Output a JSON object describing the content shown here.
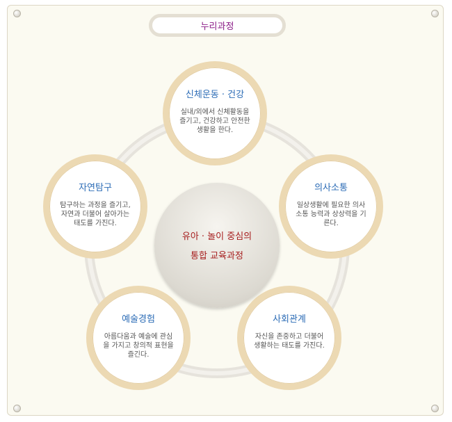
{
  "title": "누리과정",
  "center": {
    "line1": "유아 · 놀이 중심의",
    "line2": "통합 교육과정"
  },
  "areas": [
    {
      "title": "신체운동 · 건강",
      "desc": "실내/외에서 신체활동을 즐기고, 건강하고 안전한 생활을 한다."
    },
    {
      "title": "의사소통",
      "desc": "일상생활에 필요한 의사소통 능력과 상상력을 기른다."
    },
    {
      "title": "사회관계",
      "desc": "자신을 존중하고 더불어 생활하는 태도를 가진다."
    },
    {
      "title": "예술경험",
      "desc": "아름다움과 예술에 관심을 가지고 창의적 표현을 즐긴다."
    },
    {
      "title": "자연탐구",
      "desc": "탐구하는 과정을 즐기고, 자연과 더불어 살아가는 태도를 가진다."
    }
  ]
}
